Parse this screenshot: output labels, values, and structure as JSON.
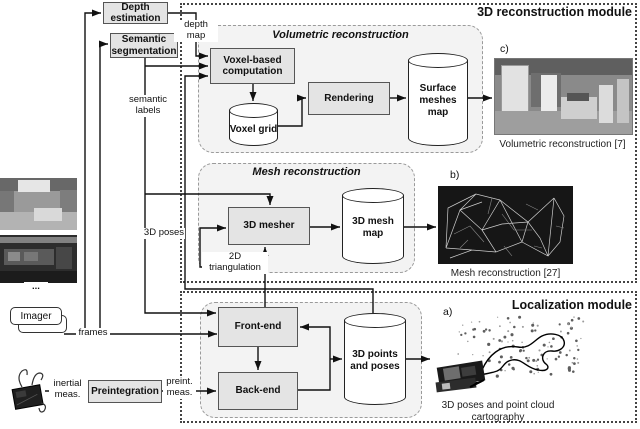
{
  "colors": {
    "box_fill": "#e4e4e4",
    "module_fill": "#f3f3f3",
    "line": "#111111"
  },
  "modules": {
    "reconstruction_title": "3D reconstruction module",
    "localization_title": "Localization module",
    "volumetric_title": "Volumetric reconstruction",
    "mesh_title": "Mesh reconstruction"
  },
  "boxes": {
    "depth_estimation": "Depth estimation",
    "semantic_segmentation": "Semantic segmentation",
    "voxel_computation": "Voxel-based computation",
    "rendering": "Rendering",
    "mesher": "3D mesher",
    "front_end": "Front-end",
    "back_end": "Back-end",
    "preintegration": "Preintegration",
    "imager": "Imager"
  },
  "cylinders": {
    "voxel_grid": "Voxel grid",
    "surface_meshes": "Surface meshes map",
    "mesh_map": "3D mesh map",
    "points_poses": "3D points and poses"
  },
  "edge_labels": {
    "depth_map": "depth map",
    "semantic_labels": "semantic labels",
    "three_d_poses": "3D poses",
    "two_d_triangulation": "2D triangulation",
    "frames": "frames",
    "inertial_meas": "inertial meas.",
    "preint_meas": "preint. meas.",
    "ellipsis": "..."
  },
  "figures": {
    "a_label": "a)",
    "b_label": "b)",
    "c_label": "c)",
    "a_caption": "3D poses and point cloud cartography",
    "b_caption": "Mesh reconstruction [27]",
    "c_caption": "Volumetric reconstruction [7]"
  }
}
